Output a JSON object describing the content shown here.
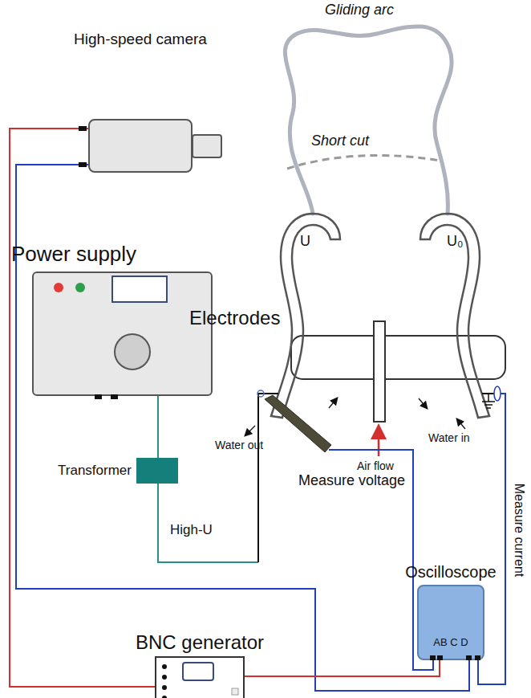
{
  "diagram": {
    "nodes": [
      {
        "text": [
          "High-speed camera"
        ]
      },
      {
        "text": [
          "Power supply"
        ]
      },
      {
        "text": [
          "Transformer"
        ]
      },
      {
        "text": [
          "Oscilloscope",
          "AB C D"
        ]
      },
      {
        "text": [
          "BNC generator"
        ]
      }
    ],
    "edges": [
      {
        "from": 0,
        "to": 4,
        "arrow": "none"
      },
      {
        "from": 0,
        "to": 3,
        "arrow": "none"
      },
      {
        "from": 1,
        "to": 2,
        "arrow": "none"
      },
      {
        "from": 4,
        "to": 3,
        "arrow": "none"
      }
    ],
    "labels": [
      "Gliding arc",
      "Short cut",
      "U",
      "U₀",
      "Electrodes",
      "Water out",
      "Water in",
      "Air flow",
      "High-U",
      "Measure voltage",
      "Measure current"
    ]
  }
}
